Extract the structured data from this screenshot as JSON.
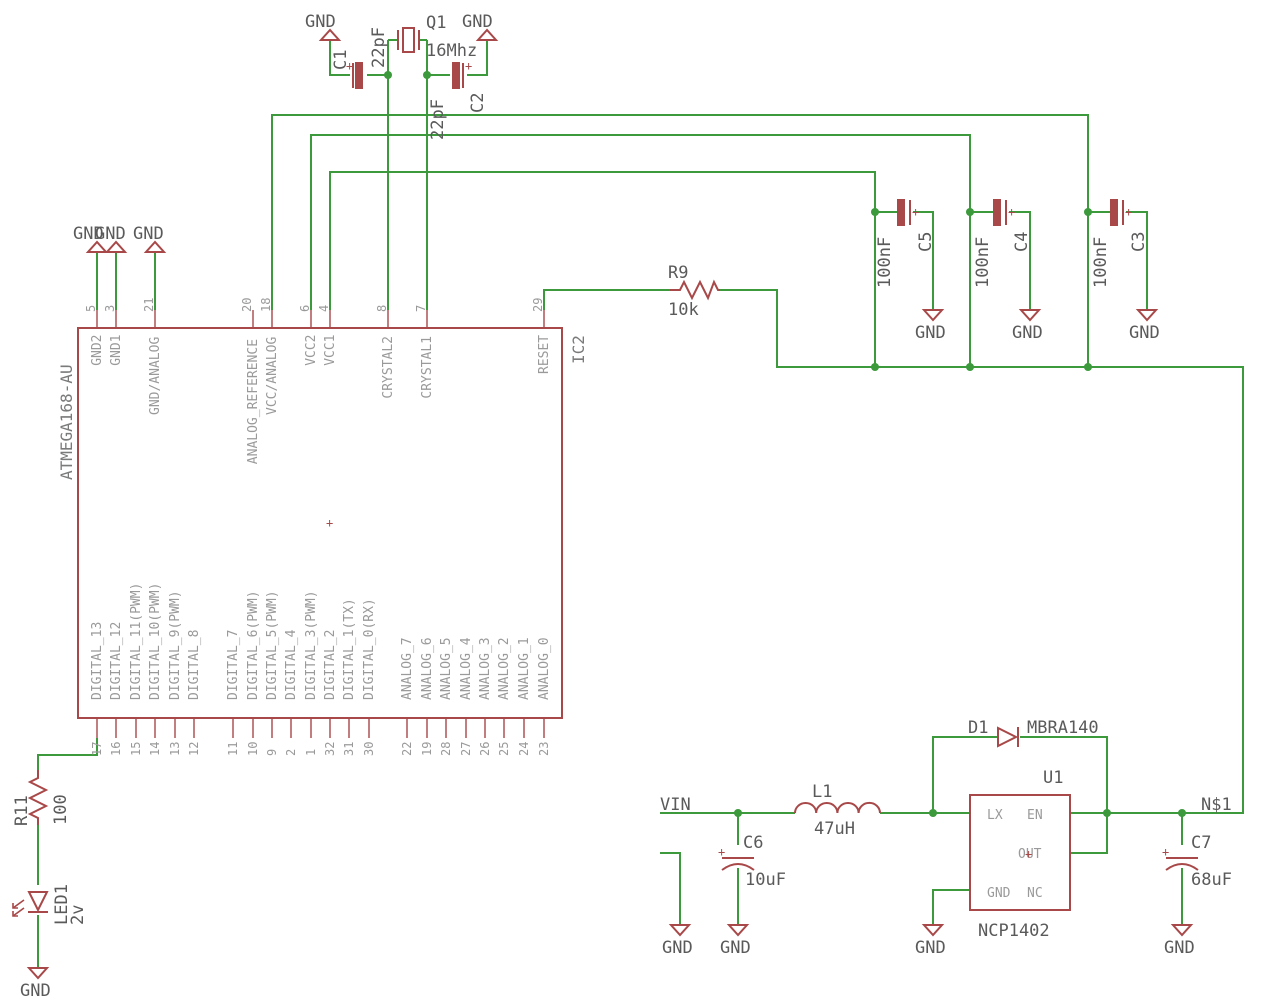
{
  "ic2": {
    "name": "IC2",
    "value": "ATMEGA168-AU",
    "top_pins": [
      {
        "num": "5",
        "name": "GND2"
      },
      {
        "num": "3",
        "name": "GND1"
      },
      {
        "num": "21",
        "name": "GND/ANALOG"
      },
      {
        "num": "20",
        "name": "ANALOG_REFERENCE"
      },
      {
        "num": "18",
        "name": "VCC/ANALOG"
      },
      {
        "num": "6",
        "name": "VCC2"
      },
      {
        "num": "4",
        "name": "VCC1"
      },
      {
        "num": "8",
        "name": "CRYSTAL2"
      },
      {
        "num": "7",
        "name": "CRYSTAL1"
      },
      {
        "num": "29",
        "name": "RESET"
      }
    ],
    "bottom_pins": [
      {
        "num": "17",
        "name": "DIGITAL_13"
      },
      {
        "num": "16",
        "name": "DIGITAL_12"
      },
      {
        "num": "15",
        "name": "DIGITAL_11(PWM)"
      },
      {
        "num": "14",
        "name": "DIGITAL_10(PWM)"
      },
      {
        "num": "13",
        "name": "DIGITAL_9(PWM)"
      },
      {
        "num": "12",
        "name": "DIGITAL_8"
      },
      {
        "num": "11",
        "name": "DIGITAL_7"
      },
      {
        "num": "10",
        "name": "DIGITAL_6(PWM)"
      },
      {
        "num": "9",
        "name": "DIGITAL_5(PWM)"
      },
      {
        "num": "2",
        "name": "DIGITAL_4"
      },
      {
        "num": "1",
        "name": "DIGITAL_3(PWM)"
      },
      {
        "num": "32",
        "name": "DIGITAL_2"
      },
      {
        "num": "31",
        "name": "DIGITAL_1(TX)"
      },
      {
        "num": "30",
        "name": "DIGITAL_0(RX)"
      },
      {
        "num": "22",
        "name": "ANALOG_7"
      },
      {
        "num": "19",
        "name": "ANALOG_6"
      },
      {
        "num": "28",
        "name": "ANALOG_5"
      },
      {
        "num": "27",
        "name": "ANALOG_4"
      },
      {
        "num": "26",
        "name": "ANALOG_3"
      },
      {
        "num": "25",
        "name": "ANALOG_2"
      },
      {
        "num": "24",
        "name": "ANALOG_1"
      },
      {
        "num": "23",
        "name": "ANALOG_0"
      }
    ]
  },
  "gnd": "GND",
  "crystal": {
    "name": "Q1",
    "value": "16Mhz"
  },
  "c1": {
    "name": "C1",
    "value": "22pF"
  },
  "c2": {
    "name": "C2",
    "value": "22pF"
  },
  "c3": {
    "name": "C3",
    "value": "100nF"
  },
  "c4": {
    "name": "C4",
    "value": "100nF"
  },
  "c5": {
    "name": "C5",
    "value": "100nF"
  },
  "c6": {
    "name": "C6",
    "value": "10uF"
  },
  "c7": {
    "name": "C7",
    "value": "68uF"
  },
  "r9": {
    "name": "R9",
    "value": "10k"
  },
  "r11": {
    "name": "R11",
    "value": "100"
  },
  "led1": {
    "name": "LED1",
    "value": "2v"
  },
  "l1": {
    "name": "L1",
    "value": "47uH"
  },
  "d1": {
    "name": "D1",
    "value": "MBRA140"
  },
  "u1": {
    "name": "U1",
    "value": "NCP1402",
    "pins": {
      "lx": "LX",
      "en": "EN",
      "out": "OUT",
      "gnd": "GND",
      "nc": "NC"
    }
  },
  "nets": {
    "vin": "VIN",
    "n1": "N$1"
  }
}
